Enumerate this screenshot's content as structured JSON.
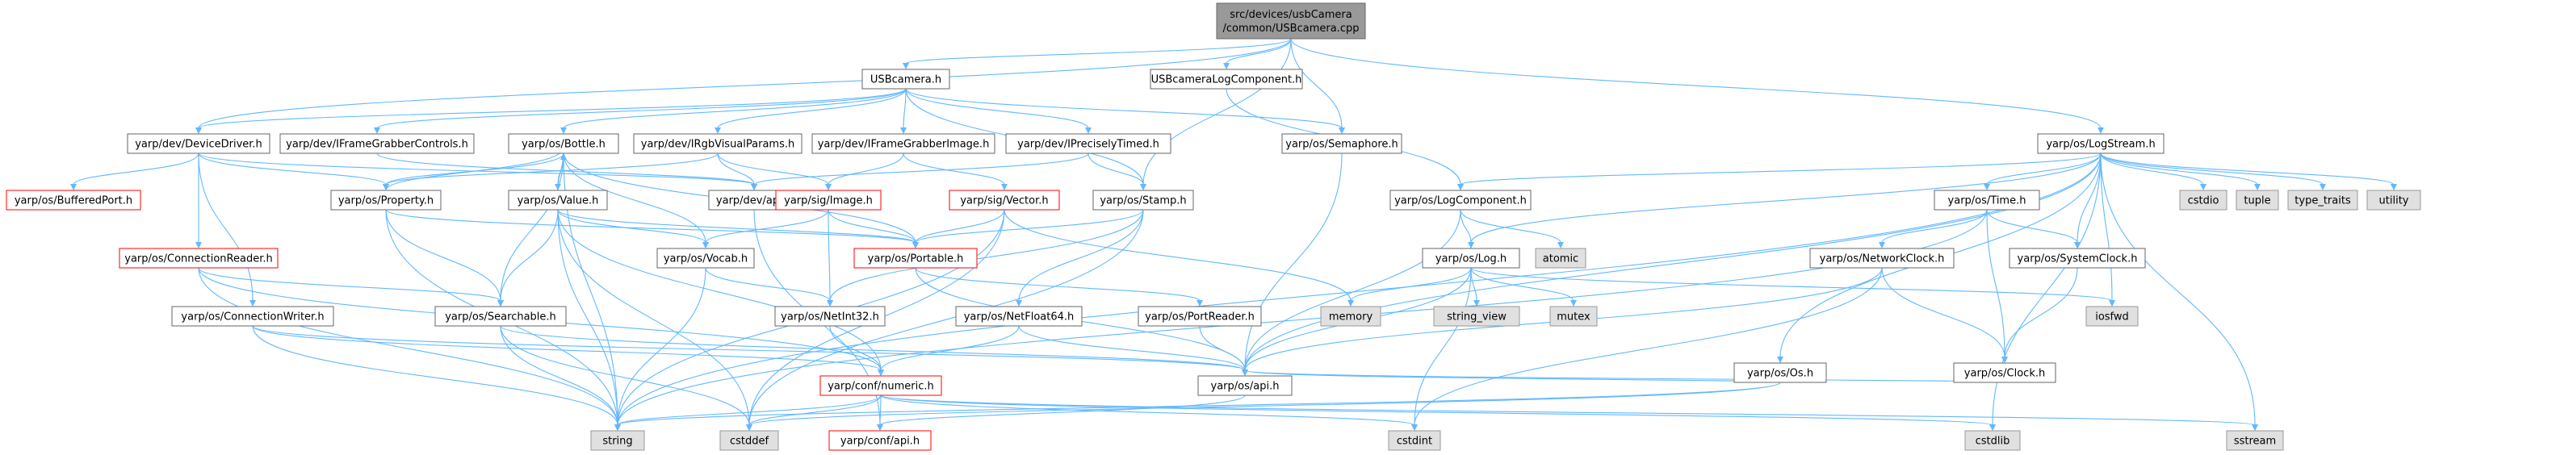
{
  "colors": {
    "edge": "#63b8ff",
    "root_fill": "#999999",
    "root_stroke": "#666666",
    "plain_fill": "#ffffff",
    "plain_stroke": "#666666",
    "red_stroke": "#ff0000",
    "external_fill": "#e0e0e0",
    "external_stroke": "#999999"
  },
  "nodes": [
    {
      "id": "root",
      "lines": [
        "src/devices/usbCamera",
        "/common/USBcamera.cpp"
      ],
      "style": "root"
    },
    {
      "id": "usbcam_h",
      "lines": [
        "USBcamera.h"
      ],
      "style": "plain"
    },
    {
      "id": "logcomp_h",
      "lines": [
        "USBcameraLogComponent.h"
      ],
      "style": "plain"
    },
    {
      "id": "logstream",
      "lines": [
        "yarp/os/LogStream.h"
      ],
      "style": "plain"
    },
    {
      "id": "devdriver",
      "lines": [
        "yarp/dev/DeviceDriver.h"
      ],
      "style": "plain"
    },
    {
      "id": "ifgc",
      "lines": [
        "yarp/dev/IFrameGrabberControls.h"
      ],
      "style": "plain"
    },
    {
      "id": "bottle",
      "lines": [
        "yarp/os/Bottle.h"
      ],
      "style": "plain"
    },
    {
      "id": "irgb",
      "lines": [
        "yarp/dev/IRgbVisualParams.h"
      ],
      "style": "plain"
    },
    {
      "id": "ifgi",
      "lines": [
        "yarp/dev/IFrameGrabberImage.h"
      ],
      "style": "plain"
    },
    {
      "id": "iprec",
      "lines": [
        "yarp/dev/IPreciselyTimed.h"
      ],
      "style": "plain"
    },
    {
      "id": "semaphore",
      "lines": [
        "yarp/os/Semaphore.h"
      ],
      "style": "plain"
    },
    {
      "id": "bufport",
      "lines": [
        "yarp/os/BufferedPort.h"
      ],
      "style": "red"
    },
    {
      "id": "property",
      "lines": [
        "yarp/os/Property.h"
      ],
      "style": "plain"
    },
    {
      "id": "value",
      "lines": [
        "yarp/os/Value.h"
      ],
      "style": "plain"
    },
    {
      "id": "devapi",
      "lines": [
        "yarp/dev/api.h"
      ],
      "style": "plain"
    },
    {
      "id": "sigimage",
      "lines": [
        "yarp/sig/Image.h"
      ],
      "style": "red"
    },
    {
      "id": "sigvector",
      "lines": [
        "yarp/sig/Vector.h"
      ],
      "style": "red"
    },
    {
      "id": "stamp",
      "lines": [
        "yarp/os/Stamp.h"
      ],
      "style": "plain"
    },
    {
      "id": "oslogcomp",
      "lines": [
        "yarp/os/LogComponent.h"
      ],
      "style": "plain"
    },
    {
      "id": "time",
      "lines": [
        "yarp/os/Time.h"
      ],
      "style": "plain"
    },
    {
      "id": "cstdio",
      "lines": [
        "cstdio"
      ],
      "style": "external"
    },
    {
      "id": "tuple",
      "lines": [
        "tuple"
      ],
      "style": "external"
    },
    {
      "id": "typetraits",
      "lines": [
        "type_traits"
      ],
      "style": "external"
    },
    {
      "id": "utility",
      "lines": [
        "utility"
      ],
      "style": "external"
    },
    {
      "id": "connreader",
      "lines": [
        "yarp/os/ConnectionReader.h"
      ],
      "style": "red"
    },
    {
      "id": "vocab",
      "lines": [
        "yarp/os/Vocab.h"
      ],
      "style": "plain"
    },
    {
      "id": "portable",
      "lines": [
        "yarp/os/Portable.h"
      ],
      "style": "red"
    },
    {
      "id": "log",
      "lines": [
        "yarp/os/Log.h"
      ],
      "style": "plain"
    },
    {
      "id": "atomic",
      "lines": [
        "atomic"
      ],
      "style": "external"
    },
    {
      "id": "netclock",
      "lines": [
        "yarp/os/NetworkClock.h"
      ],
      "style": "plain"
    },
    {
      "id": "sysclock",
      "lines": [
        "yarp/os/SystemClock.h"
      ],
      "style": "plain"
    },
    {
      "id": "connwriter",
      "lines": [
        "yarp/os/ConnectionWriter.h"
      ],
      "style": "plain"
    },
    {
      "id": "searchable",
      "lines": [
        "yarp/os/Searchable.h"
      ],
      "style": "plain"
    },
    {
      "id": "netint32",
      "lines": [
        "yarp/os/NetInt32.h"
      ],
      "style": "plain"
    },
    {
      "id": "netfloat64",
      "lines": [
        "yarp/os/NetFloat64.h"
      ],
      "style": "plain"
    },
    {
      "id": "portreader",
      "lines": [
        "yarp/os/PortReader.h"
      ],
      "style": "plain"
    },
    {
      "id": "memory",
      "lines": [
        "memory"
      ],
      "style": "external"
    },
    {
      "id": "stringview",
      "lines": [
        "string_view"
      ],
      "style": "external"
    },
    {
      "id": "mutex",
      "lines": [
        "mutex"
      ],
      "style": "external"
    },
    {
      "id": "iosfwd",
      "lines": [
        "iosfwd"
      ],
      "style": "external"
    },
    {
      "id": "osos",
      "lines": [
        "yarp/os/Os.h"
      ],
      "style": "plain"
    },
    {
      "id": "clock",
      "lines": [
        "yarp/os/Clock.h"
      ],
      "style": "plain"
    },
    {
      "id": "osapi",
      "lines": [
        "yarp/os/api.h"
      ],
      "style": "plain"
    },
    {
      "id": "numeric",
      "lines": [
        "yarp/conf/numeric.h"
      ],
      "style": "red"
    },
    {
      "id": "string",
      "lines": [
        "string"
      ],
      "style": "external"
    },
    {
      "id": "cstddef",
      "lines": [
        "cstddef"
      ],
      "style": "external"
    },
    {
      "id": "confapi",
      "lines": [
        "yarp/conf/api.h"
      ],
      "style": "red"
    },
    {
      "id": "cstdint",
      "lines": [
        "cstdint"
      ],
      "style": "external"
    },
    {
      "id": "cstdlib",
      "lines": [
        "cstdlib"
      ],
      "style": "external"
    },
    {
      "id": "sstream",
      "lines": [
        "sstream"
      ],
      "style": "external"
    }
  ],
  "edges": [
    [
      "root",
      "usbcam_h"
    ],
    [
      "root",
      "logcomp_h"
    ],
    [
      "root",
      "logstream"
    ],
    [
      "root",
      "devdriver"
    ],
    [
      "root",
      "semaphore"
    ],
    [
      "root",
      "stamp"
    ],
    [
      "usbcam_h",
      "devdriver"
    ],
    [
      "usbcam_h",
      "ifgc"
    ],
    [
      "usbcam_h",
      "bottle"
    ],
    [
      "usbcam_h",
      "irgb"
    ],
    [
      "usbcam_h",
      "ifgi"
    ],
    [
      "usbcam_h",
      "iprec"
    ],
    [
      "usbcam_h",
      "semaphore"
    ],
    [
      "usbcam_h",
      "stamp"
    ],
    [
      "logcomp_h",
      "oslogcomp"
    ],
    [
      "logstream",
      "oslogcomp"
    ],
    [
      "logstream",
      "log"
    ],
    [
      "logstream",
      "time"
    ],
    [
      "logstream",
      "cstdio"
    ],
    [
      "logstream",
      "tuple"
    ],
    [
      "logstream",
      "typetraits"
    ],
    [
      "logstream",
      "utility"
    ],
    [
      "logstream",
      "sysclock"
    ],
    [
      "logstream",
      "iosfwd"
    ],
    [
      "logstream",
      "osos"
    ],
    [
      "logstream",
      "osapi"
    ],
    [
      "logstream",
      "string"
    ],
    [
      "logstream",
      "cstdlib"
    ],
    [
      "logstream",
      "sstream"
    ],
    [
      "devdriver",
      "bufport"
    ],
    [
      "devdriver",
      "property"
    ],
    [
      "devdriver",
      "connreader"
    ],
    [
      "devdriver",
      "connwriter"
    ],
    [
      "devdriver",
      "devapi"
    ],
    [
      "ifgc",
      "devapi"
    ],
    [
      "bottle",
      "property"
    ],
    [
      "bottle",
      "value"
    ],
    [
      "bottle",
      "vocab"
    ],
    [
      "bottle",
      "searchable"
    ],
    [
      "bottle",
      "portable"
    ],
    [
      "bottle",
      "string"
    ],
    [
      "irgb",
      "property"
    ],
    [
      "irgb",
      "sigimage"
    ],
    [
      "irgb",
      "devapi"
    ],
    [
      "ifgi",
      "sigimage"
    ],
    [
      "ifgi",
      "sigvector"
    ],
    [
      "iprec",
      "stamp"
    ],
    [
      "iprec",
      "devapi"
    ],
    [
      "semaphore",
      "osapi"
    ],
    [
      "property",
      "searchable"
    ],
    [
      "property",
      "portable"
    ],
    [
      "property",
      "string"
    ],
    [
      "property",
      "bottle"
    ],
    [
      "value",
      "searchable"
    ],
    [
      "value",
      "vocab"
    ],
    [
      "value",
      "portable"
    ],
    [
      "value",
      "string"
    ],
    [
      "value",
      "cstddef"
    ],
    [
      "value",
      "numeric"
    ],
    [
      "value",
      "bottle"
    ],
    [
      "devapi",
      "confapi"
    ],
    [
      "sigimage",
      "portable"
    ],
    [
      "sigimage",
      "vocab"
    ],
    [
      "sigimage",
      "netint32"
    ],
    [
      "sigvector",
      "portable"
    ],
    [
      "sigvector",
      "memory"
    ],
    [
      "sigvector",
      "cstddef"
    ],
    [
      "sigvector",
      "string"
    ],
    [
      "stamp",
      "portable"
    ],
    [
      "stamp",
      "netint32"
    ],
    [
      "stamp",
      "netfloat64"
    ],
    [
      "stamp",
      "cstddef"
    ],
    [
      "oslogcomp",
      "log"
    ],
    [
      "oslogcomp",
      "atomic"
    ],
    [
      "oslogcomp",
      "osapi"
    ],
    [
      "time",
      "netclock"
    ],
    [
      "time",
      "sysclock"
    ],
    [
      "time",
      "clock"
    ],
    [
      "time",
      "string"
    ],
    [
      "connreader",
      "searchable"
    ],
    [
      "connreader",
      "numeric"
    ],
    [
      "connreader",
      "string"
    ],
    [
      "vocab",
      "netint32"
    ],
    [
      "vocab",
      "string"
    ],
    [
      "portable",
      "portreader"
    ],
    [
      "portable",
      "osapi"
    ],
    [
      "log",
      "memory"
    ],
    [
      "log",
      "stringview"
    ],
    [
      "log",
      "mutex"
    ],
    [
      "log",
      "iosfwd"
    ],
    [
      "log",
      "osapi"
    ],
    [
      "log",
      "cstdint"
    ],
    [
      "netclock",
      "clock"
    ],
    [
      "netclock",
      "osapi"
    ],
    [
      "netclock",
      "cstdint"
    ],
    [
      "sysclock",
      "clock"
    ],
    [
      "connwriter",
      "numeric"
    ],
    [
      "connwriter",
      "string"
    ],
    [
      "connwriter",
      "osapi"
    ],
    [
      "searchable",
      "osapi"
    ],
    [
      "searchable",
      "string"
    ],
    [
      "searchable",
      "cstddef"
    ],
    [
      "netint32",
      "numeric"
    ],
    [
      "netfloat64",
      "numeric"
    ],
    [
      "netfloat64",
      "osapi"
    ],
    [
      "portreader",
      "osapi"
    ],
    [
      "osos",
      "osapi"
    ],
    [
      "osos",
      "string"
    ],
    [
      "osos",
      "cstddef"
    ],
    [
      "clock",
      "osapi"
    ],
    [
      "osapi",
      "confapi"
    ],
    [
      "numeric",
      "confapi"
    ],
    [
      "numeric",
      "string"
    ],
    [
      "numeric",
      "cstddef"
    ],
    [
      "numeric",
      "cstdint"
    ],
    [
      "numeric",
      "cstdlib"
    ],
    [
      "numeric",
      "sstream"
    ]
  ]
}
